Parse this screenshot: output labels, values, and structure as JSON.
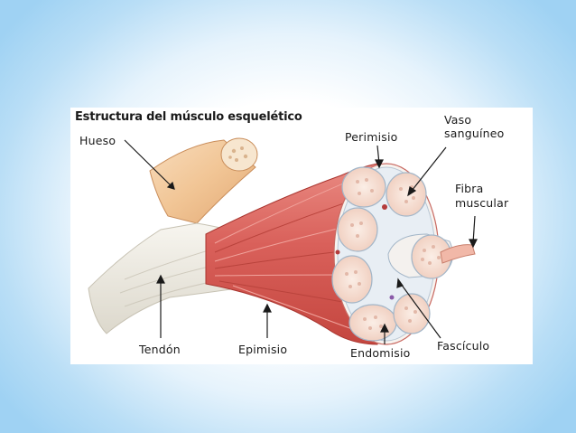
{
  "diagram": {
    "title": "Estructura del músculo esquelético",
    "labels": {
      "bone": "Hueso",
      "perimysium": "Perimisio",
      "blood_vessel_line1": "Vaso",
      "blood_vessel_line2": "sanguíneo",
      "muscle_fiber_line1": "Fibra",
      "muscle_fiber_line2": "muscular",
      "tendon": "Tendón",
      "epimysium": "Epimisio",
      "endomysium": "Endomisio",
      "fascicle": "Fascículo"
    },
    "colors": {
      "background": "#bfe0f6",
      "muscle": "#d9605a",
      "bone": "#f2c79c",
      "tendon": "#f0eee6",
      "fascicle": "#f5e1d6"
    }
  }
}
